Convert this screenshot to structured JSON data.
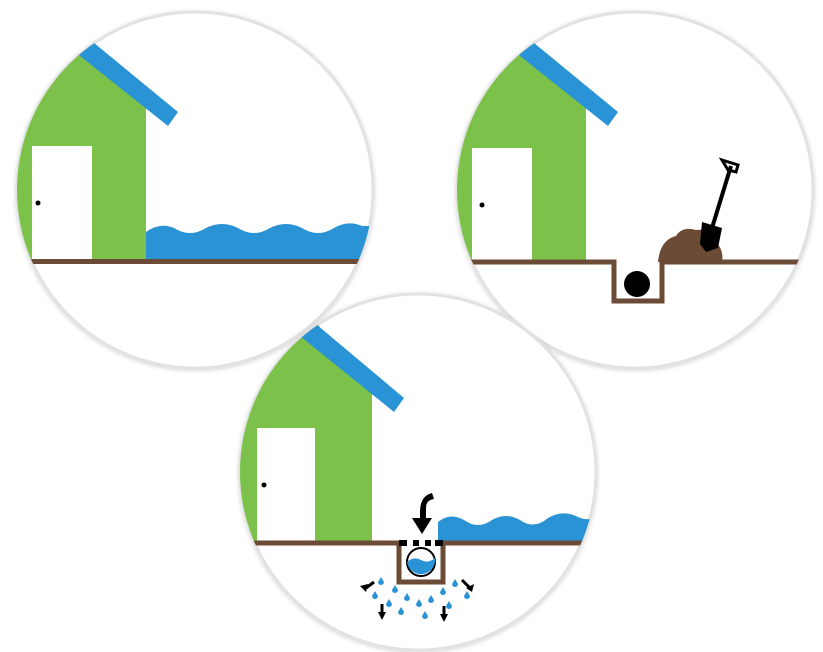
{
  "colors": {
    "background": "#ffffff",
    "house_wall": "#7cc24a",
    "roof": "#2a93d5",
    "door": "#ffffff",
    "ground": "#6b4a36",
    "water": "#2a93d5",
    "soil": "#6b4a36",
    "pipe_dark": "#000000",
    "arrow": "#000000",
    "circle_border": "#e2e2e2"
  },
  "panels": [
    {
      "id": "panel-flooded-yard",
      "icons": [
        "house-icon",
        "door-icon",
        "roof-icon",
        "standing-water-icon",
        "ground-line-icon"
      ]
    },
    {
      "id": "panel-dig-trench",
      "icons": [
        "house-icon",
        "door-icon",
        "roof-icon",
        "trench-icon",
        "pipe-icon",
        "soil-pile-icon",
        "shovel-icon"
      ]
    },
    {
      "id": "panel-french-drain",
      "icons": [
        "house-icon",
        "door-icon",
        "roof-icon",
        "standing-water-icon",
        "trench-icon",
        "water-filled-pipe-icon",
        "down-arrow-icon",
        "water-droplets-icon",
        "drain-arrows-icon"
      ]
    }
  ]
}
